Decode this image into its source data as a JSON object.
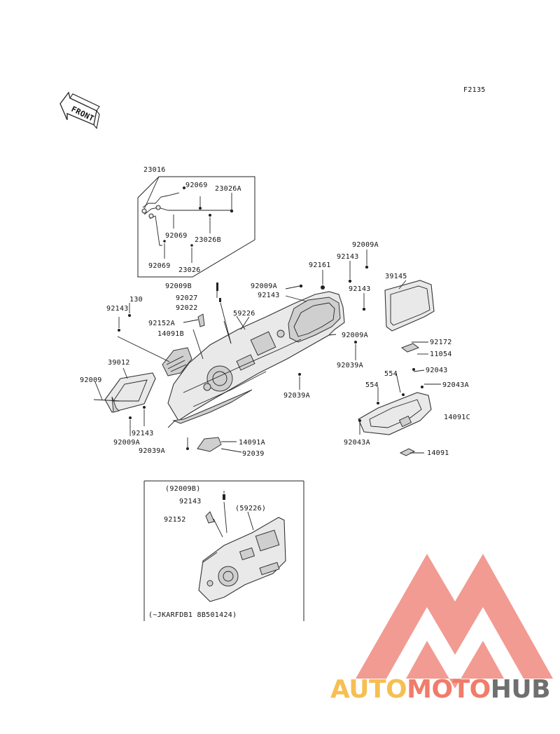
{
  "header": {
    "figure_code": "F2135",
    "direction_label": "FRONT"
  },
  "parts": {
    "p23016": "23016",
    "p92069_a": "92069",
    "p23026A": "23026A",
    "p92069_b": "92069",
    "p23026B": "23026B",
    "p92069_c": "92069",
    "p23026": "23026",
    "p92009A_1": "92009A",
    "p92143_1": "92143",
    "p92161": "92161",
    "p39145": "39145",
    "p92009B": "92009B",
    "p92009A_2": "92009A",
    "p92143_2": "92143",
    "p92143_3": "92143",
    "p92027": "92027",
    "p92022": "92022",
    "p59226": "59226",
    "p130": "130",
    "p92143_4": "92143",
    "p92152A": "92152A",
    "p14091B": "14091B",
    "p92009A_3": "92009A",
    "p92172": "92172",
    "p11054": "11054",
    "p39012": "39012",
    "p92039A_1": "92039A",
    "p92043": "92043",
    "p554_1": "554",
    "p554_2": "554",
    "p92043A_1": "92043A",
    "p92009": "92009",
    "p92039A_2": "92039A",
    "p14091C": "14091C",
    "p92143_5": "92143",
    "p92043A_2": "92043A",
    "p92009A_4": "92009A",
    "p14091A": "14091A",
    "p92039A_3": "92039A",
    "p92039": "92039",
    "p14091": "14091"
  },
  "inset": {
    "p92009B": "(92009B)",
    "p92143": "92143",
    "p59226": "(59226)",
    "p92152": "92152",
    "serial_note": "(~JKARFDB1  8B501424)"
  },
  "watermark": {
    "part1": "AUTO",
    "part2": "MOTO",
    "part3": "HUB",
    "color_auto": "#f6bf52",
    "color_moto": "#f07c6a",
    "color_hub": "#6f6f6f",
    "logo_color": "#f08a80"
  }
}
